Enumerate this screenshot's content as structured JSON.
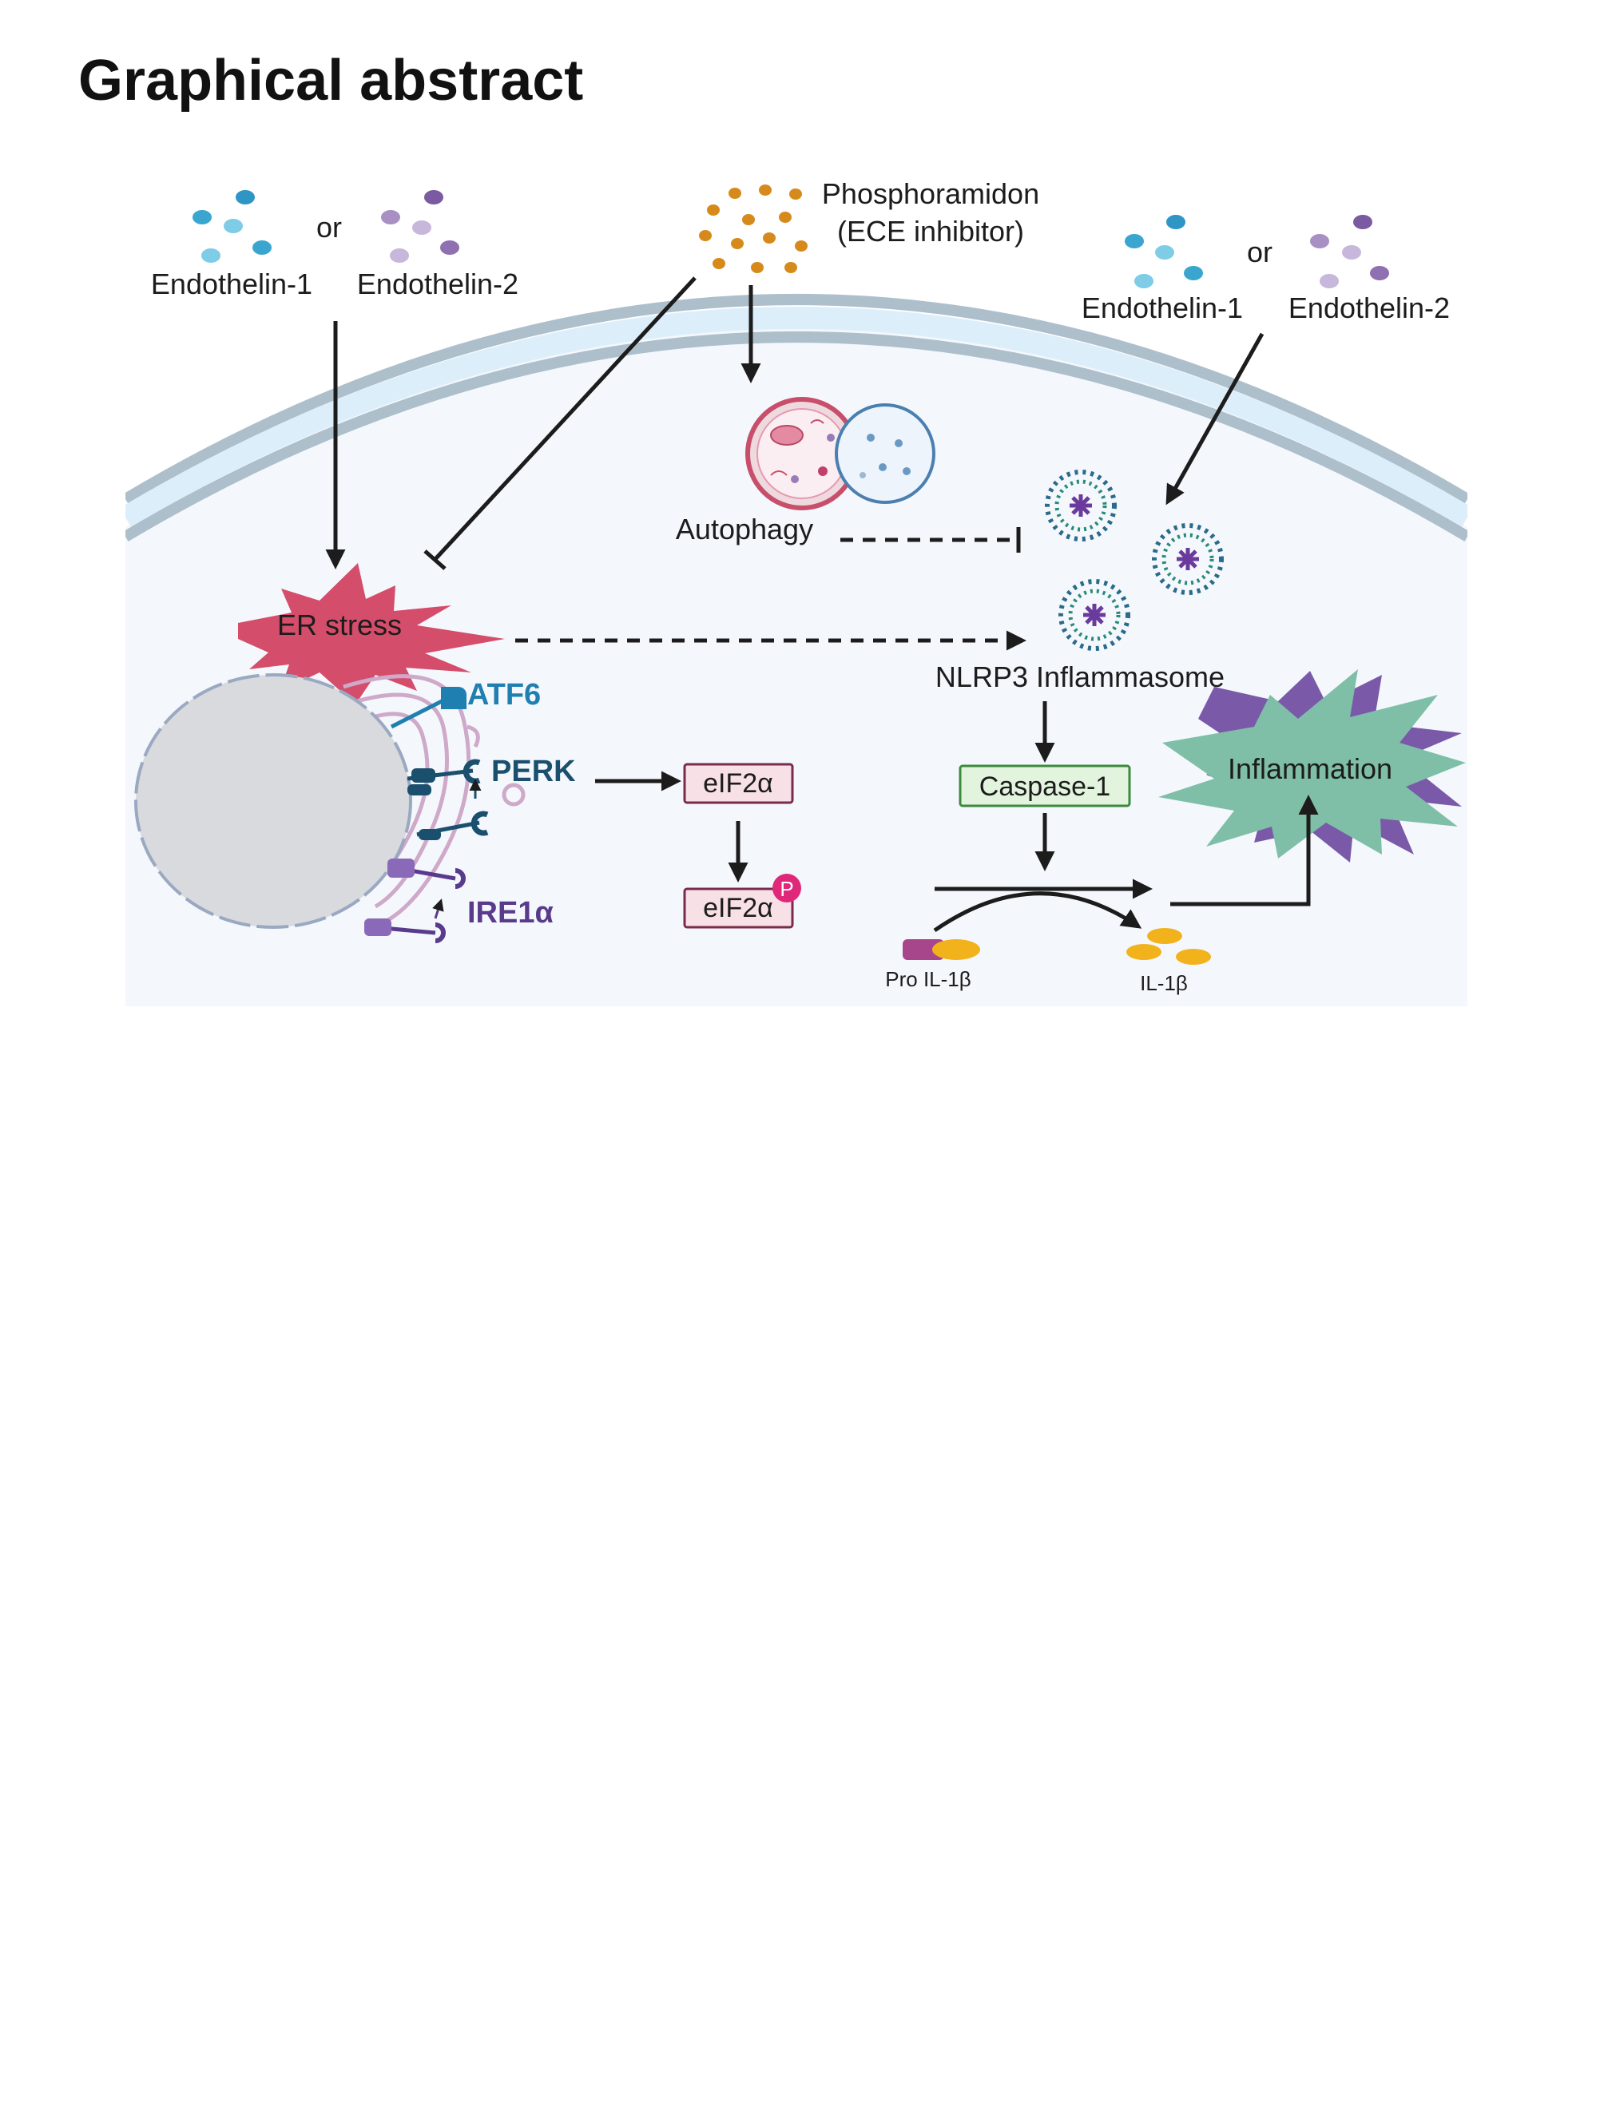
{
  "page": {
    "title": "Graphical abstract"
  },
  "diagram": {
    "or_left": "or",
    "or_right": "or",
    "endothelin1_left": "Endothelin-1",
    "endothelin2_left": "Endothelin-2",
    "endothelin1_right": "Endothelin-1",
    "endothelin2_right": "Endothelin-2",
    "phosphoramidon_line1": "Phosphoramidon",
    "phosphoramidon_line2": "(ECE inhibitor)",
    "autophagy": "Autophagy",
    "er_stress": "ER stress",
    "nlrp3": "NLRP3 Inflammasome",
    "atf6": "ATF6",
    "perk": "PERK",
    "ire1a": "IRE1α",
    "eif2a": "eIF2α",
    "eif2a_phos": "eIF2α",
    "phospho_badge": "P",
    "caspase1": "Caspase-1",
    "inflammation": "Inflammation",
    "pro_il1b": "Pro IL-1β",
    "il1b": "IL-1β"
  },
  "colors": {
    "et1": "#3aa6d0",
    "et2": "#9a7bb6",
    "phosphoramidon": "#d78a1c",
    "er_stress": "#d44d6b",
    "atf6": "#1f7fb0",
    "perk": "#1b4f6e",
    "ire1a": "#5a3a8c",
    "inflammation_green": "#7fbfa8",
    "inflammation_purple": "#7a5aa8",
    "caspase_fill": "#e2f3de",
    "eif_fill": "#f8e0e7",
    "il1b_yellow": "#f2b21c"
  }
}
